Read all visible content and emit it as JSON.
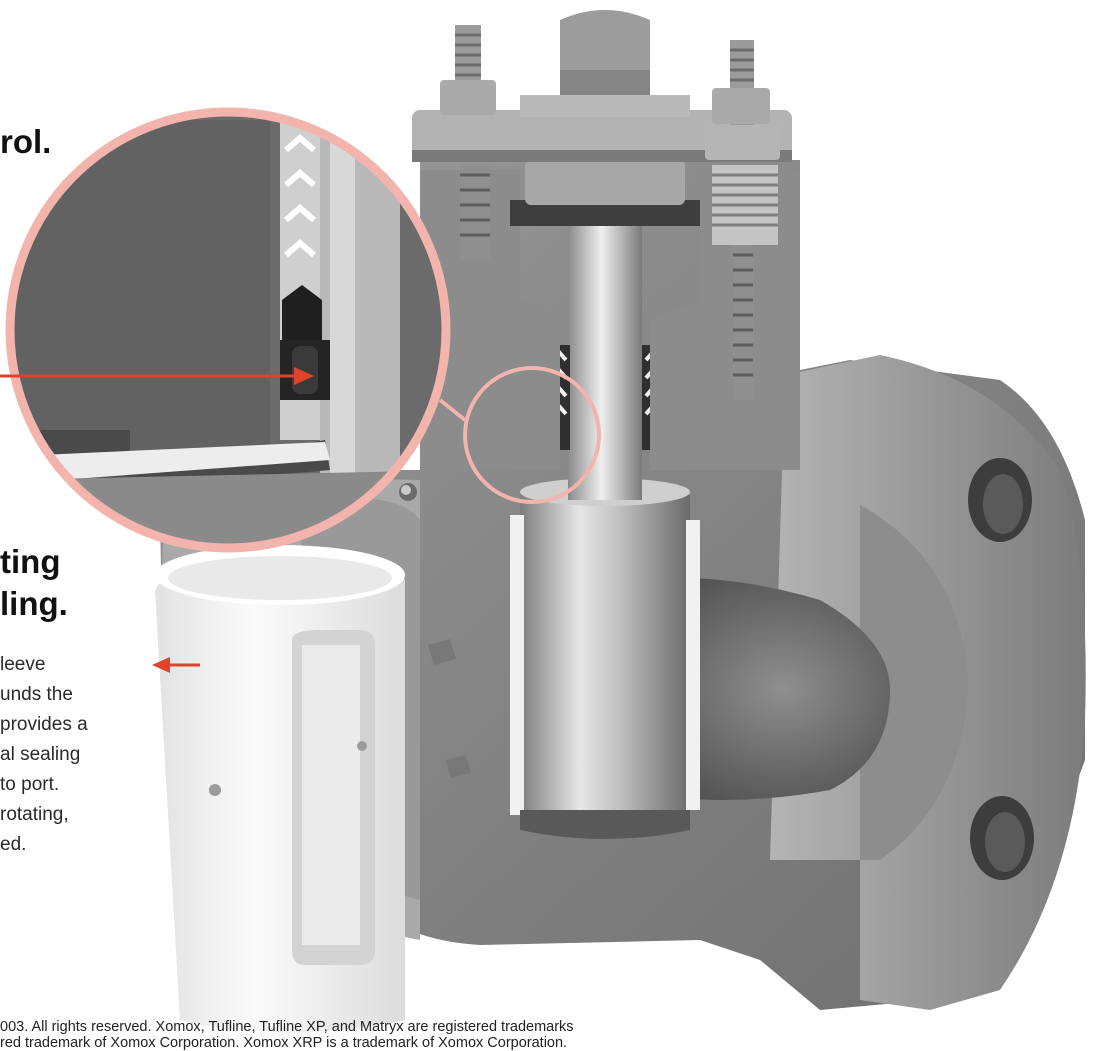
{
  "heading_top": "rol.",
  "heading_mid": [
    "ting",
    "ling."
  ],
  "body_lines": [
    "leeve",
    "unds the",
    "provides a",
    "al sealing",
    "to port.",
    "rotating,",
    "ed."
  ],
  "footer_lines": [
    "003.  All rights reserved.  Xomox, Tufline, Tufline XP, and Matryx are registered trademarks",
    "red trademark of Xomox Corporation.  Xomox XRP is a trademark of Xomox Corporation."
  ],
  "colors": {
    "callout_ring": "#f2b4ad",
    "arrow": "#e0432d",
    "metal_dark": "#6f6f6f",
    "metal_mid": "#a3a3a3",
    "metal_light": "#d9d9d9",
    "sleeve": "#f4f4f4"
  },
  "icons": [
    "pointer-arrow",
    "magnifier-ring",
    "ptfe-sleeve",
    "plug-valve-cutaway"
  ]
}
